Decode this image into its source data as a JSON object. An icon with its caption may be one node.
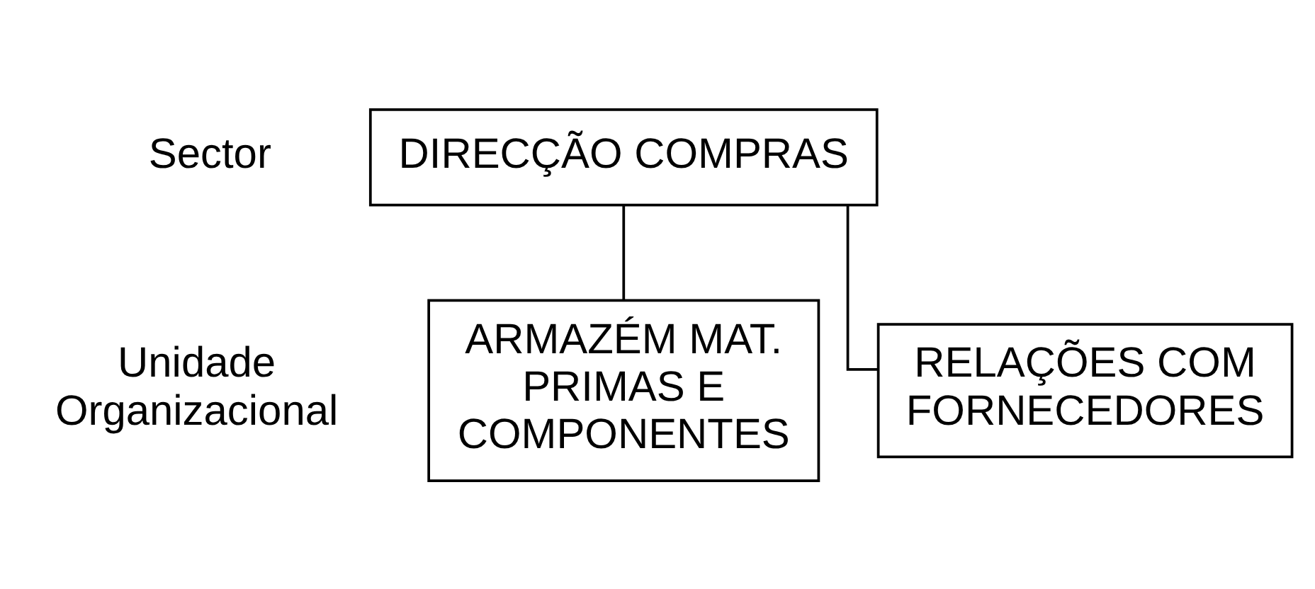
{
  "diagram": {
    "nodes": [
      {
        "text": [
          "DIRECÇÃO COMPRAS"
        ]
      },
      {
        "text": [
          "ARMAZÉM MAT. PRIMAS E COMPONENTES"
        ]
      },
      {
        "text": [
          "RELAÇÕES COM FORNECEDORES"
        ]
      }
    ],
    "edges": [
      {
        "from": 0,
        "to": 1,
        "arrow": "none"
      },
      {
        "from": 0,
        "to": 2,
        "arrow": "none"
      }
    ],
    "labels": [
      "Sector",
      "Unidade Organizacional"
    ]
  }
}
